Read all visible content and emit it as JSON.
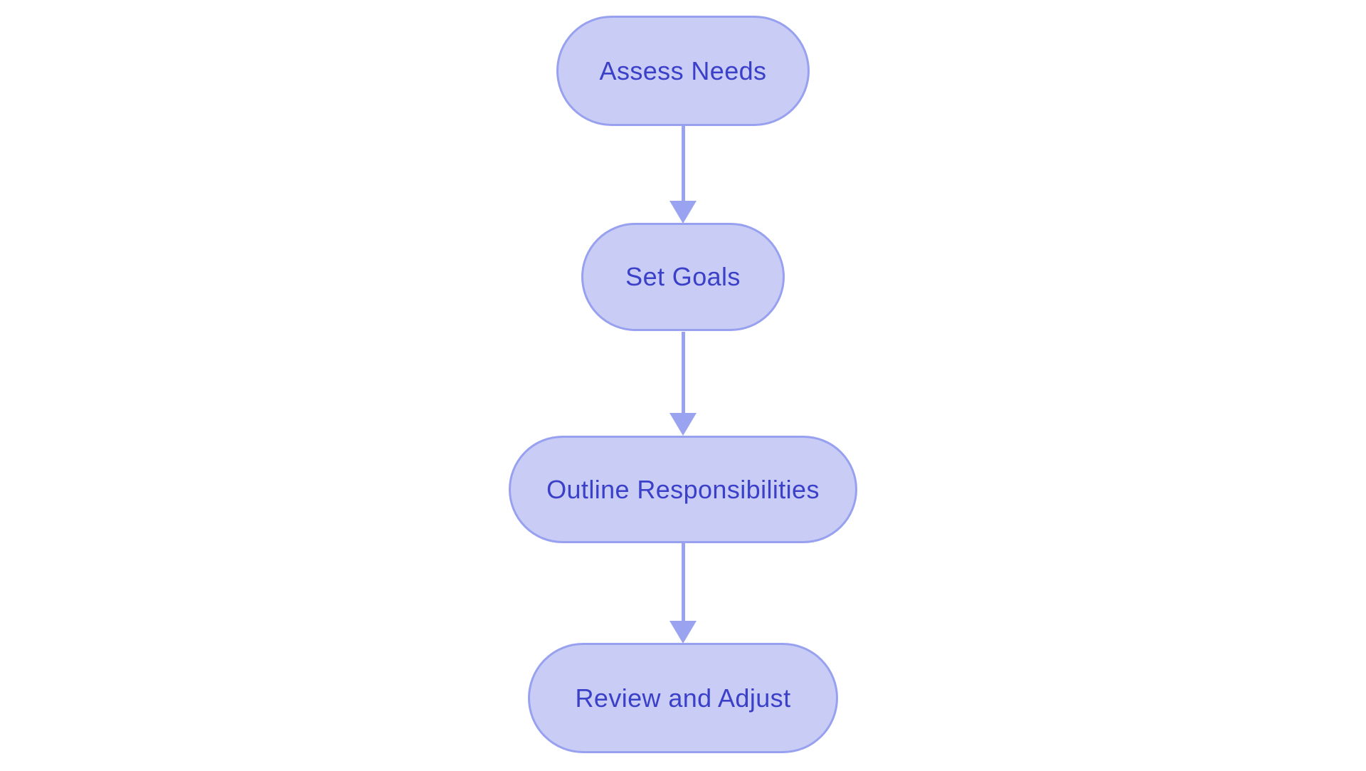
{
  "flowchart": {
    "type": "flowchart",
    "direction": "top-down",
    "nodes": [
      {
        "id": "1",
        "label": "Assess Needs"
      },
      {
        "id": "2",
        "label": "Set Goals"
      },
      {
        "id": "3",
        "label": "Outline Responsibilities"
      },
      {
        "id": "4",
        "label": "Review and Adjust"
      }
    ],
    "edges": [
      {
        "from": "1",
        "to": "2"
      },
      {
        "from": "2",
        "to": "3"
      },
      {
        "from": "3",
        "to": "4"
      }
    ],
    "colors": {
      "background": "#ffffff",
      "node_fill": "#c9ccf4",
      "node_border": "#98a1ef",
      "node_text": "#3a40c8",
      "arrow": "#99a3f0"
    }
  }
}
